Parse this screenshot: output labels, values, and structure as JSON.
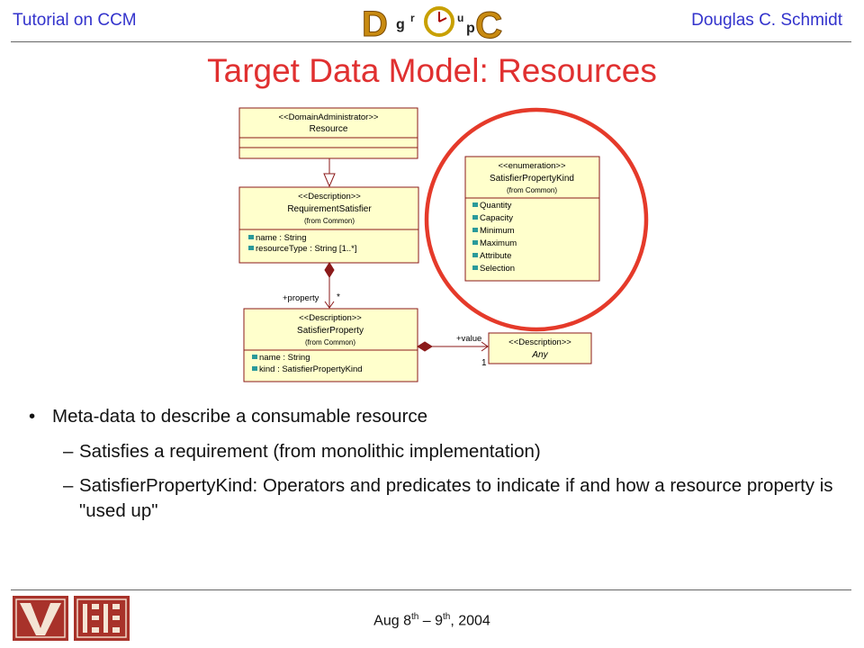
{
  "header": {
    "left": "Tutorial on CCM",
    "right": "Douglas C. Schmidt",
    "logo_letters": [
      "D",
      "g",
      "r",
      "o",
      "u",
      "p",
      "C"
    ]
  },
  "title": "Target Data Model: Resources",
  "diagram": {
    "resource": {
      "stereotype": "<<DomainAdministrator>>",
      "name": "Resource"
    },
    "requirement_satisfier": {
      "stereotype": "<<Description>>",
      "name": "RequirementSatisfier",
      "origin": "(from Common)",
      "attributes": [
        "name : String",
        "resourceType : String [1..*]"
      ]
    },
    "satisfier_property": {
      "stereotype": "<<Description>>",
      "name": "SatisfierProperty",
      "origin": "(from Common)",
      "attributes": [
        "name : String",
        "kind : SatisfierPropertyKind"
      ]
    },
    "satisfier_property_kind": {
      "stereotype": "<<enumeration>>",
      "name": "SatisfierPropertyKind",
      "origin": "(from Common)",
      "literals": [
        "Quantity",
        "Capacity",
        "Minimum",
        "Maximum",
        "Attribute",
        "Selection"
      ]
    },
    "any": {
      "stereotype": "<<Description>>",
      "name": "Any"
    },
    "assoc_property": {
      "role": "+property",
      "multiplicity": "*"
    },
    "assoc_value": {
      "role": "+value",
      "multiplicity": "1"
    },
    "highlight_color": "#e53a2a"
  },
  "bullets": {
    "main": "Meta-data to describe a consumable resource",
    "bullet_char": "•",
    "dash_char": "–",
    "subs": [
      "Satisfies a requirement (from monolithic implementation)",
      "SatisfierPropertyKind: Operators and predicates to indicate if and how a resource property is \"used up\""
    ]
  },
  "footer": {
    "date_prefix": "Aug 8",
    "date_sup1": "th",
    "date_mid": " – 9",
    "date_sup2": "th",
    "date_suffix": ", 2004"
  },
  "colors": {
    "header_text": "#3333cc",
    "title_text": "#e03030",
    "uml_fill": "#ffffcc",
    "logo_red": "#a8322a"
  }
}
